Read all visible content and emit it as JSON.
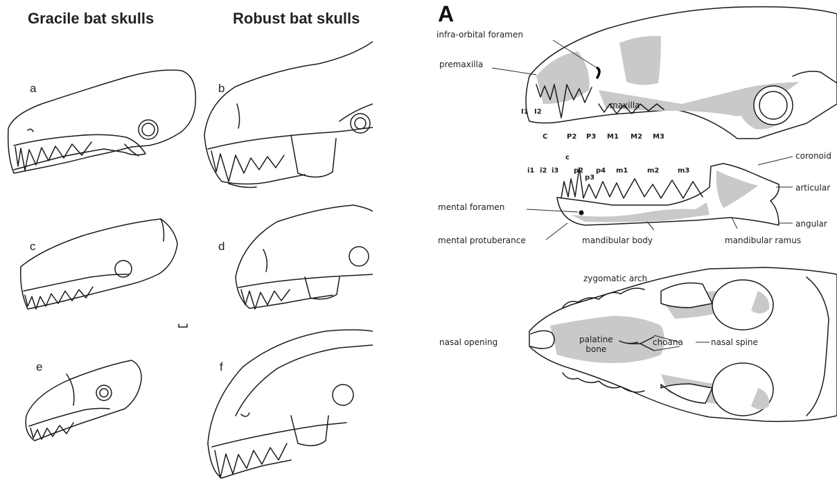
{
  "left": {
    "gracile_title": "Gracile bat skulls",
    "robust_title": "Robust bat skulls",
    "letters": [
      "a",
      "b",
      "c",
      "d",
      "e",
      "f"
    ]
  },
  "right": {
    "panel_letter": "A",
    "labels": {
      "infra_orbital_foramen": "infra-orbital foramen",
      "premaxilla": "premaxilla",
      "maxilla": "maxilla",
      "coronoid": "coronoid",
      "articular": "articular",
      "angular": "angular",
      "mental_foramen": "mental foramen",
      "mental_protuberance": "mental protuberance",
      "mandibular_body": "mandibular body",
      "mandibular_ramus": "mandibular ramus",
      "zygomatic_arch": "zygomatic arch",
      "nasal_opening": "nasal opening",
      "palatine_bone": "palatine\nbone",
      "choana": "choana",
      "nasal_spine": "nasal spine"
    },
    "upper_teeth": [
      "I1",
      "I2",
      "C",
      "P2",
      "P3",
      "M1",
      "M2",
      "M3"
    ],
    "lower_teeth": [
      "c",
      "i1",
      "i2",
      "i3",
      "p2",
      "p3",
      "p4",
      "m1",
      "m2",
      "m3"
    ]
  }
}
